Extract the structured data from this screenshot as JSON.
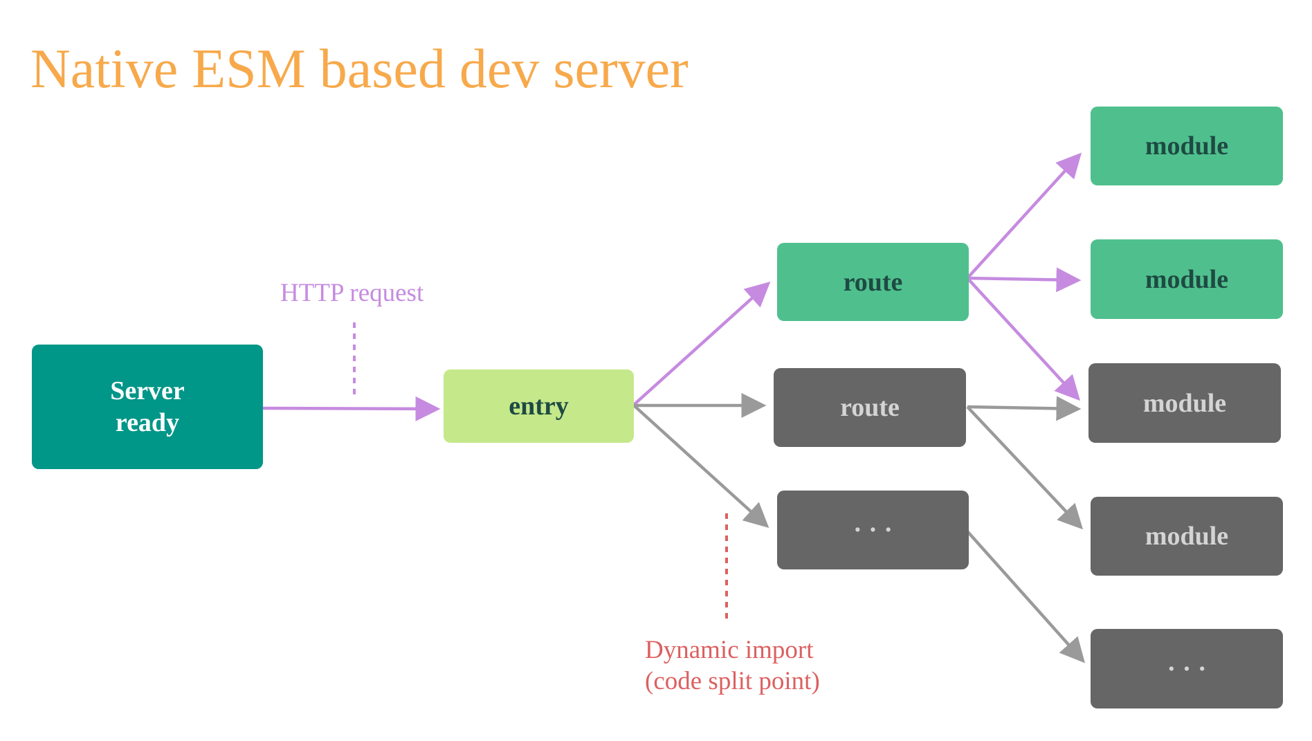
{
  "title": "Native ESM based dev server",
  "colors": {
    "title": "#f7a94b",
    "teal_node": "#009688",
    "light_green_node": "#c5e88a",
    "green_node": "#4fc08d",
    "gray_node": "#666666",
    "active_edge": "#c68be0",
    "inactive_edge": "#9a9a9a",
    "http_annotation": "#c68be0",
    "dynamic_import_annotation": "#dc6060"
  },
  "nodes": {
    "server": "Server\nready",
    "entry": "entry",
    "route_active": "route",
    "route_inactive": "route",
    "route_ellipsis": "· · ·",
    "module_1": "module",
    "module_2": "module",
    "module_3": "module",
    "module_4": "module",
    "module_ellipsis": "· · ·"
  },
  "annotations": {
    "http_request": "HTTP request",
    "dynamic_import": "Dynamic import\n(code split point)"
  }
}
